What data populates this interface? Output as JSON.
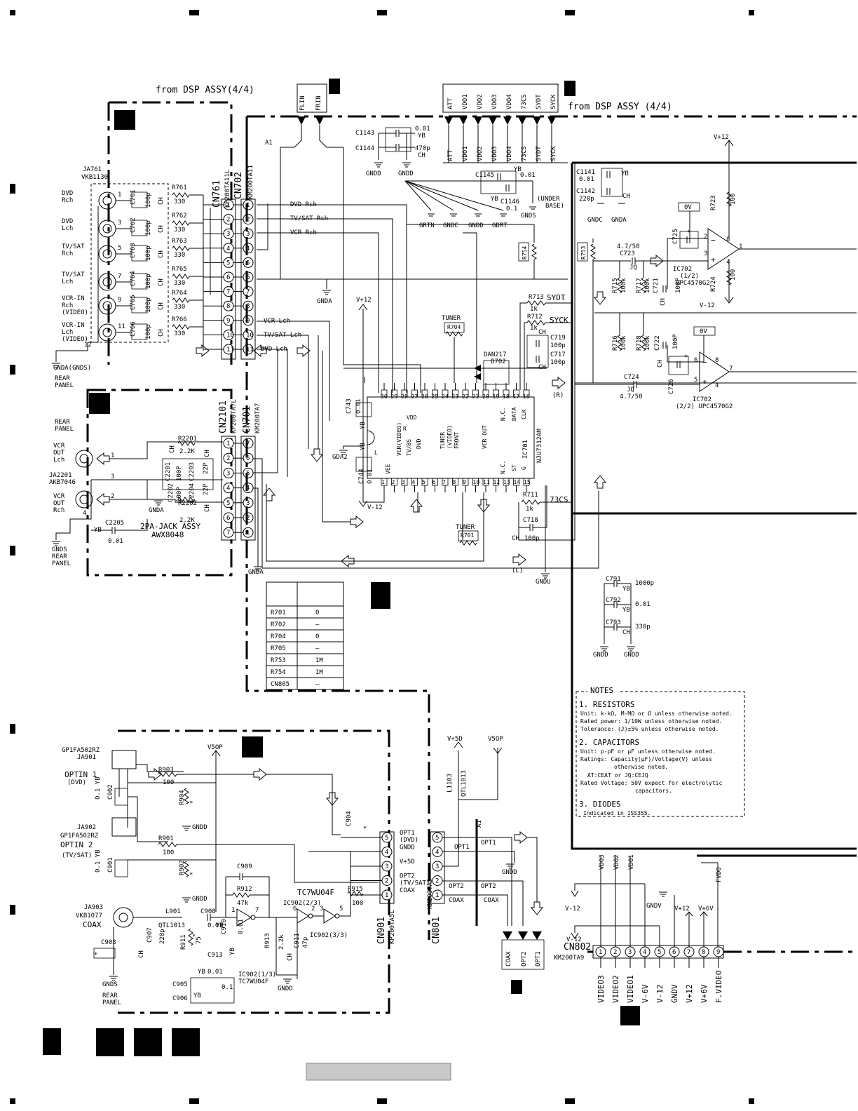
{
  "header": {
    "from_dsp_left": "from DSP ASSY(4/4)",
    "from_dsp_right": "from DSP ASSY (4/4)",
    "bus_signals": [
      "ATT",
      "VDO1",
      "VDO2",
      "VDO3",
      "VDO4",
      "73CS",
      "SYDT",
      "SYCK"
    ],
    "front_signals": [
      "FLIN",
      "FRIN"
    ]
  },
  "rear_jacks": {
    "ja761": "JA761",
    "ja761_part": "VKB1130",
    "labels": [
      "DVD\nRch",
      "DVD\nLch",
      "TV/SAT\nRch",
      "TV/SAT\nLch",
      "VCR-IN\nRch\n(VIDEO)",
      "VCR-IN\nLch\n(VIDEO)"
    ],
    "gnda_gnds": "GNDA(GNDS)",
    "rear_panel": "REAR\nPANEL"
  },
  "connectors": {
    "cn761": "CN761",
    "cn761_part": "KP200TA11L",
    "cn702": "CN702",
    "cn702_part": "KM200TA11",
    "cn2101": "CN2101",
    "cn2101_part": "KP200TA7L",
    "cn701": "CN701",
    "cn701_part": "KM200TA7",
    "cn901": "CN901",
    "cn901_part": "KP200TA5L",
    "cn801": "CN801",
    "cn801_part": "KM200TA5",
    "cn802": "CN802",
    "cn802_part": "KM200TA9"
  },
  "resistors_rear": [
    "R761",
    "R762",
    "R763",
    "R765",
    "R764",
    "R766"
  ],
  "resistor_value": "330",
  "caps_rear": [
    "C761",
    "C762",
    "C763",
    "C764",
    "C765",
    "C766"
  ],
  "cap_value": "100p",
  "cap_type": "CH",
  "signals_cn702": [
    "DVD Rch",
    "TV/SAT Rch",
    "VCR Rch",
    "VCR Lch",
    "TV/SAT Lch",
    "DVD Lch"
  ],
  "caps_top": {
    "c1143": "C1143",
    "c1143_val": "0.01",
    "c1143_type": "YB",
    "c1144": "C1144",
    "c1144_val": "470p",
    "c1144_type": "CH",
    "c1145": "C1145",
    "c1145_val": "0.01",
    "c1146": "C1146",
    "c1146_val": "0.1",
    "c1141": "C1141",
    "c1141_val": "0.01",
    "c1142": "C1142",
    "c1142_val": "220p"
  },
  "grounds": {
    "gndd": "GNDD",
    "gnda": "GNDA",
    "gnds": "GNDS",
    "grtn": "GRTN",
    "gndc": "GNDC",
    "gdrt": "GDRT",
    "gda2": "GDA2",
    "gndu": "GNDU",
    "gndv": "GNDV",
    "under_base": "(UNDER\nBASE)"
  },
  "power": {
    "v12": "V+12",
    "vm12": "V-12",
    "v5d": "V+5D",
    "v5op": "V5OP",
    "v6v": "V+6V",
    "zero_v": "0V"
  },
  "ic702": {
    "name_a": "IC702",
    "unit_a": "(1/2)",
    "part": "UPC4570G2",
    "name_b": "IC702",
    "unit_b": "(2/2) UPC4570G2",
    "c725": "C725",
    "c723": "C723",
    "c723_val": "4.7/50",
    "c723_type": "JQ",
    "c724": "C724",
    "c724_val": "4.7/50",
    "c724_type": "JQ",
    "c726": "C726",
    "r723": "R723",
    "r724": "R724",
    "r715": "R715",
    "r717": "R717",
    "r716": "R716",
    "r718": "R718",
    "c721": "C721",
    "c722": "C722",
    "r100k": "100k",
    "r100": "100",
    "c100p": "100P"
  },
  "ic701": {
    "name": "IC701",
    "part": "NJU7312AM",
    "top_pins": [
      "30",
      "29",
      "28",
      "27",
      "26",
      "25",
      "24",
      "23",
      "22",
      "21",
      "20",
      "19",
      "18",
      "17",
      "16"
    ],
    "bottom_pins": [
      "1",
      "2",
      "3",
      "4",
      "5",
      "6",
      "7",
      "8",
      "9",
      "10",
      "11",
      "12",
      "13",
      "14",
      "15"
    ],
    "inner_labels": [
      "VDD",
      "R",
      "VCR(VIDEO)",
      "TV/BS",
      "DVD",
      "TUNER",
      "(VIDEO)",
      "FRONT",
      "VCR OUT",
      "N.C.",
      "DATA",
      "CLK",
      "L",
      "VEE",
      "N.C.",
      "ST",
      "G"
    ],
    "tuner": "TUNER",
    "r704": "R704",
    "r701": "R701",
    "dan217": "DAN217",
    "d702": "D702",
    "r713": "R713",
    "r712": "R712",
    "r711": "R711",
    "r1k": "1k",
    "c719": "C719",
    "c717": "C717",
    "c718": "C718",
    "c100p": "100p",
    "c743": "C743",
    "c744": "C744",
    "c743_val": "0.01",
    "sydt": "SYDT",
    "syck": "SYCK",
    "cs73": "73CS",
    "r_out": "(R)",
    "l_out": "(L)",
    "r753": "R753",
    "r754": "R754"
  },
  "jack_assy": {
    "ja2201": "JA2201",
    "ja2201_part": "AKB7046",
    "vcr_out_l": "VCR\nOUT\nLch",
    "vcr_out_r": "VCR\nOUT\nRch",
    "r2201": "R2201",
    "r2202": "R2202",
    "r22k": "2.2K",
    "c2201": "C2201",
    "c2202": "C2202",
    "c2203": "C2203",
    "c2204": "C2204",
    "c2205": "C2205",
    "c2205_val": "0.01",
    "c2205_type": "YB",
    "c22p": "22P",
    "c100p": "100P",
    "assy": "2PA-JACK ASSY",
    "assy_part": "AWX8048",
    "rear_panel": "REAR\nPANEL",
    "gnds_rear": "GNDS\nREAR\nPANEL"
  },
  "table": {
    "rows": [
      [
        "R701",
        "0"
      ],
      [
        "R702",
        "—"
      ],
      [
        "R704",
        "0"
      ],
      [
        "R705",
        "—"
      ],
      [
        "R753",
        "1M"
      ],
      [
        "R754",
        "1M"
      ],
      [
        "CN805",
        "—"
      ]
    ]
  },
  "small_caps": {
    "c791": "C791",
    "c791_val": "1000p",
    "c792": "C792",
    "c792_val": "0.01",
    "c793": "C793",
    "c793_val": "330p"
  },
  "notes": {
    "title": "NOTES",
    "h1": "1. RESISTORS",
    "l1": "Unit: k-kΩ, M-MΩ or Ω unless otherwise noted.",
    "l2": "Rated power: 1/10W unless otherwise noted.",
    "l3": "Tolerance:  (J)±5% unless otherwise noted.",
    "h2": "2. CAPACITORS",
    "l4": "Unit: p-pF or μF unless otherwise noted.",
    "l5": "Ratings: Capacity(μF)/Voltage(V) unless",
    "l6": "otherwise noted.",
    "l7": "AT:CEAT  or  JQ:CEJQ",
    "l8": "Rated Voltage: 50V expect for electrolytic",
    "l9": "capacitors.",
    "h3": "3. DIODES",
    "l10": "Indicated in 1SS355."
  },
  "optical": {
    "ja901_part": "GP1FA502RZ",
    "ja901": "JA901",
    "optin1": "OPTIN 1",
    "optin1_sub": "(DVD)",
    "ja902": "JA902",
    "ja902_part": "GP1FA502RZ",
    "optin2": "OPTIN 2",
    "optin2_sub": "(TV/SAT)",
    "ja903": "JA903",
    "ja903_part": "VKB1077",
    "coax": "COAX",
    "r903": "R903",
    "r901": "R901",
    "r904": "R904",
    "r902": "R902",
    "r100": "100",
    "c902": "C902",
    "c901": "C901",
    "c01yb": "0.1 YB",
    "c904": "C904",
    "c909": "C909",
    "r912": "R912",
    "r912_val": "47k",
    "r911": "R911",
    "r911_val": "75",
    "l901": "L901",
    "l901_part": "QTL1013",
    "c908": "C908",
    "c908_val": "0.01",
    "c907": "C907",
    "c907_val": "220p",
    "c903": "C903",
    "c910": "C910",
    "c913": "C913",
    "c905": "C905",
    "c906": "C906",
    "r913": "R913",
    "r913_val": "2.2k",
    "c911": "C911",
    "c911_val": "47p",
    "r915": "R915",
    "r915_val": "100",
    "ic902_a": "IC902(1/3)",
    "ic902_b": "IC902(2/3)",
    "ic902_c": "IC902(3/3)",
    "ic_part": "TC7WU04F",
    "cn901_labels": [
      "OPT1\n(DVD)",
      "GNDD",
      "V+5D",
      "OPT2\n(TV/SAT)",
      "COAX"
    ],
    "cn801_labels": [
      "OPT1",
      "OPT2",
      "COAX"
    ],
    "l1103": "L1103",
    "l1103_part": "QTL1013",
    "out_labels": [
      "COAX",
      "OPT2",
      "OPT1"
    ],
    "rear_panel": "REAR\nPANEL",
    "gnds": "GNDS",
    "gndd": "GNDD",
    "a1": "A1"
  },
  "cn802": {
    "pins": [
      "VIDEO3",
      "VIDEO2",
      "VIDEO1",
      "V-6V",
      "V-12",
      "GNDV",
      "V+12",
      "V+6V",
      "F.VIDEO"
    ],
    "top": [
      "VDO3",
      "VDO2",
      "VDO1",
      "FVDO"
    ]
  },
  "bottom_bar": "",
  "colors": {
    "line": "#000000",
    "bg": "#ffffff"
  }
}
